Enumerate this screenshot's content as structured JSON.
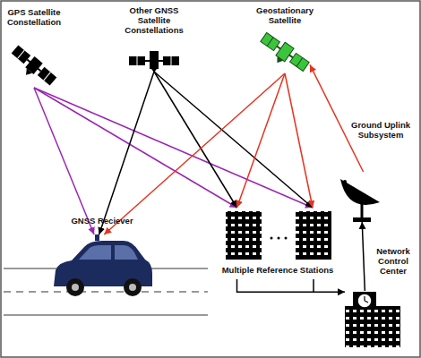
{
  "diagram": {
    "nodes": [
      {
        "text": [
          "GPS Satellite Constellation"
        ]
      },
      {
        "text": [
          "Other GNSS Satellite Constellations"
        ]
      },
      {
        "text": [
          "Geostationary Satellite"
        ]
      },
      {
        "text": [
          "Ground Uplink Subsystem"
        ]
      },
      {
        "text": [
          "GNSS Reciever"
        ]
      },
      {
        "text": [
          "Multiple Reference Stations"
        ]
      },
      {
        "text": [
          "Network Control Center"
        ]
      }
    ],
    "edges": [
      {
        "from": 0,
        "to": 4,
        "arrow": "to"
      },
      {
        "from": 0,
        "to": 5,
        "arrow": "to"
      },
      {
        "from": 0,
        "to": 5,
        "arrow": "to"
      },
      {
        "from": 1,
        "to": 4,
        "arrow": "to"
      },
      {
        "from": 1,
        "to": 5,
        "arrow": "to"
      },
      {
        "from": 1,
        "to": 5,
        "arrow": "to"
      },
      {
        "from": 2,
        "to": 4,
        "arrow": "to"
      },
      {
        "from": 2,
        "to": 5,
        "arrow": "to"
      },
      {
        "from": 2,
        "to": 5,
        "arrow": "to"
      },
      {
        "from": 3,
        "to": 2,
        "arrow": "to"
      },
      {
        "from": 6,
        "to": 3,
        "arrow": "to"
      },
      {
        "from": 5,
        "to": 6,
        "arrow": "to"
      }
    ]
  }
}
